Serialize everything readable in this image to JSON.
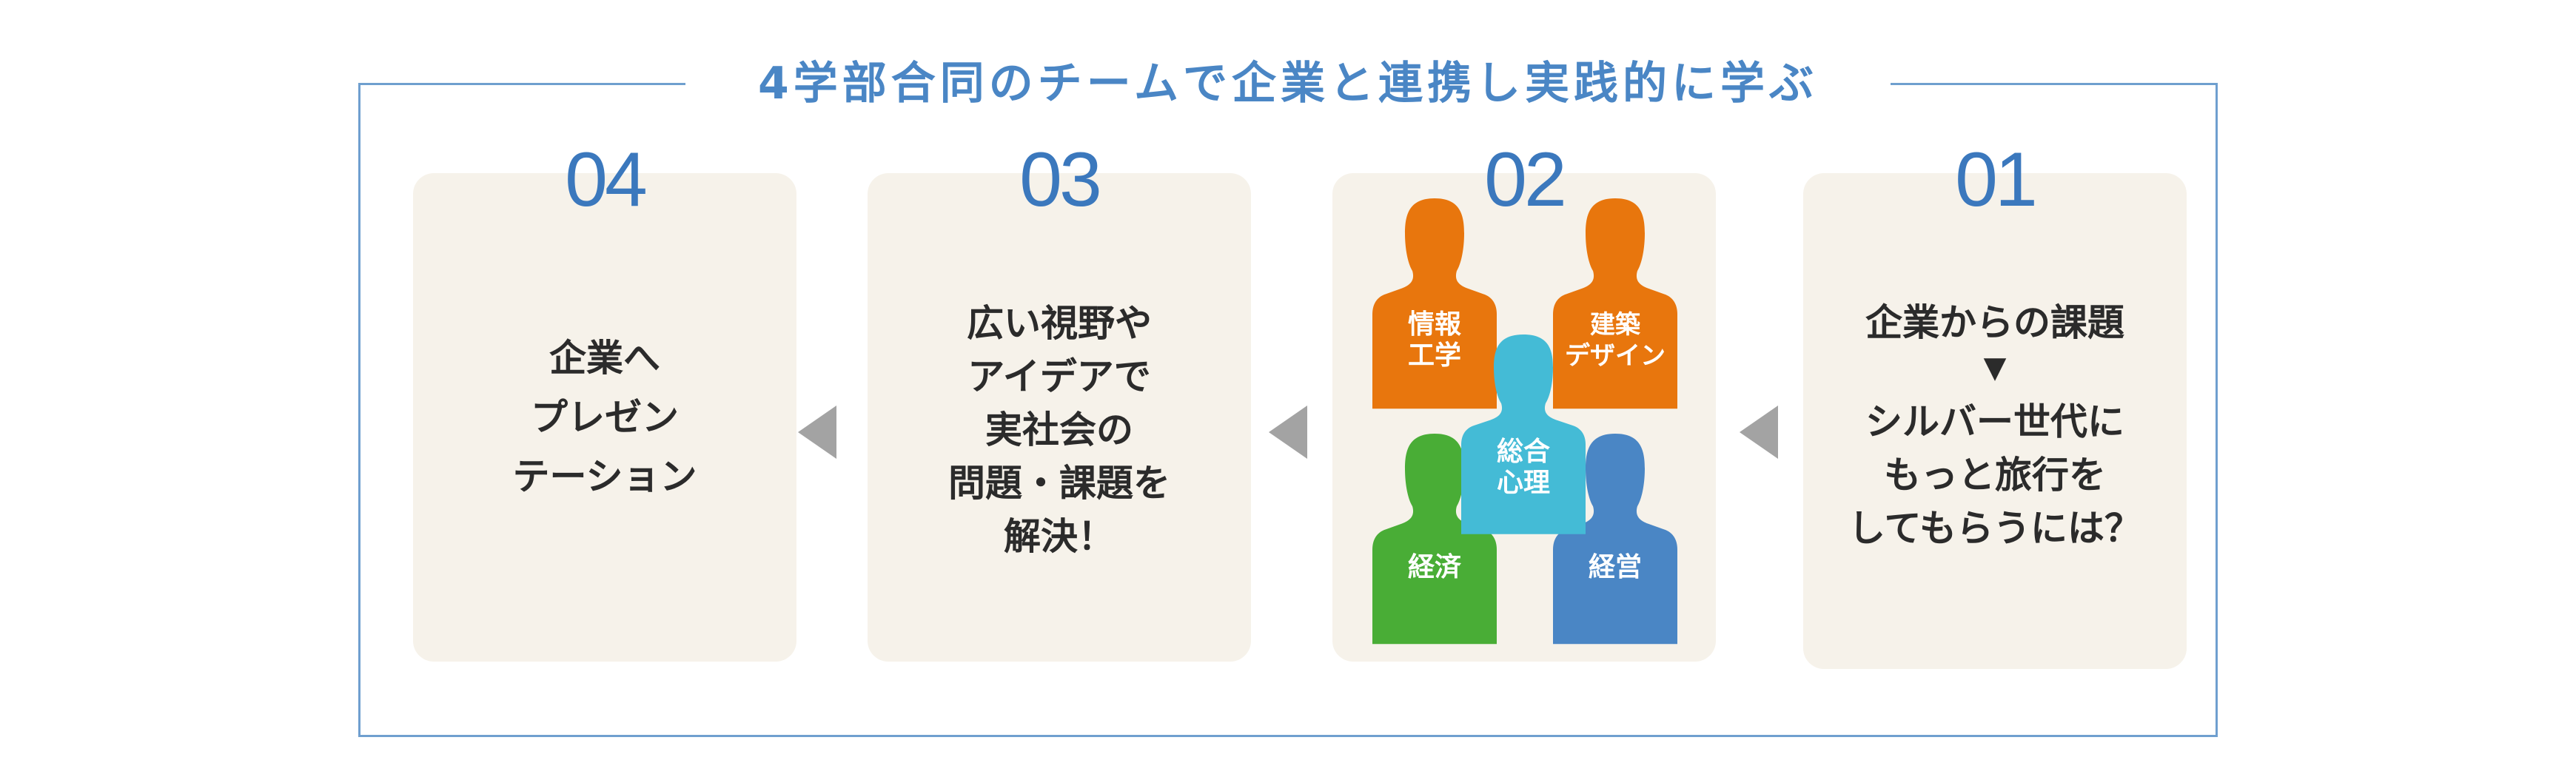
{
  "title": "4学部合同のチームで企業と連携し実践的に学ぶ",
  "colors": {
    "frame": "#6f9fcf",
    "title": "#4a86c5",
    "number": "#3b78bd",
    "card_bg": "#f6f2ea",
    "arrow": "#a3a3a3",
    "person_orange": "#e8760d",
    "person_cyan": "#44bbd6",
    "person_green": "#49ad36",
    "person_blue": "#4a86c5"
  },
  "steps": {
    "s01": {
      "number": "01",
      "text_top": "企業からの課題",
      "arrow_glyph": "▼",
      "text_bottom": "シルバー世代に\nもっと旅行を\nしてもらうには？"
    },
    "s02": {
      "number": "02",
      "people": {
        "p1": "情報\n工学",
        "p2": "建築\nデザイン",
        "p3": "総合\n心理",
        "p4": "経済",
        "p5": "経営"
      }
    },
    "s03": {
      "number": "03",
      "text": "広い視野や\nアイデアで\n実社会の\n問題・課題を\n解決！"
    },
    "s04": {
      "number": "04",
      "text": "企業へ\nプレゼン\nテーション"
    }
  }
}
